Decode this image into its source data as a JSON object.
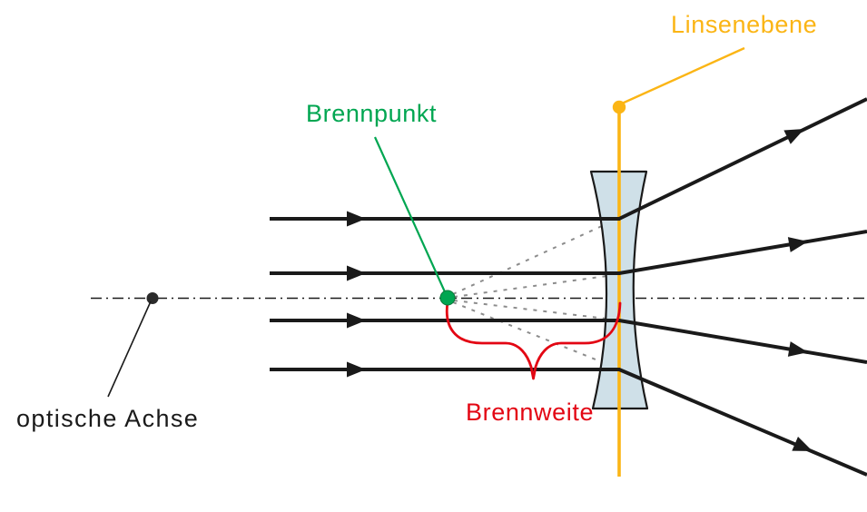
{
  "figure": {
    "kind": "ray-diagram",
    "subject": "diverging-lens",
    "incoming_ray_count": 4,
    "refracted_ray_count": 4,
    "virtual_extension_count": 4
  },
  "labels": {
    "lens_plane": "Linsenebene",
    "focal_point": "Brennpunkt",
    "focal_length": "Brennweite",
    "optical_axis": "optische Achse"
  },
  "colors": {
    "lens_plane_accent": "#FBB515",
    "focal_point_accent": "#00A651",
    "focal_length_accent": "#E30613",
    "ink": "#1A1A1A",
    "lens_fill": "#CFE0E8",
    "ray_extension_gray": "#8C8C8C",
    "background": "#FFFFFF"
  }
}
